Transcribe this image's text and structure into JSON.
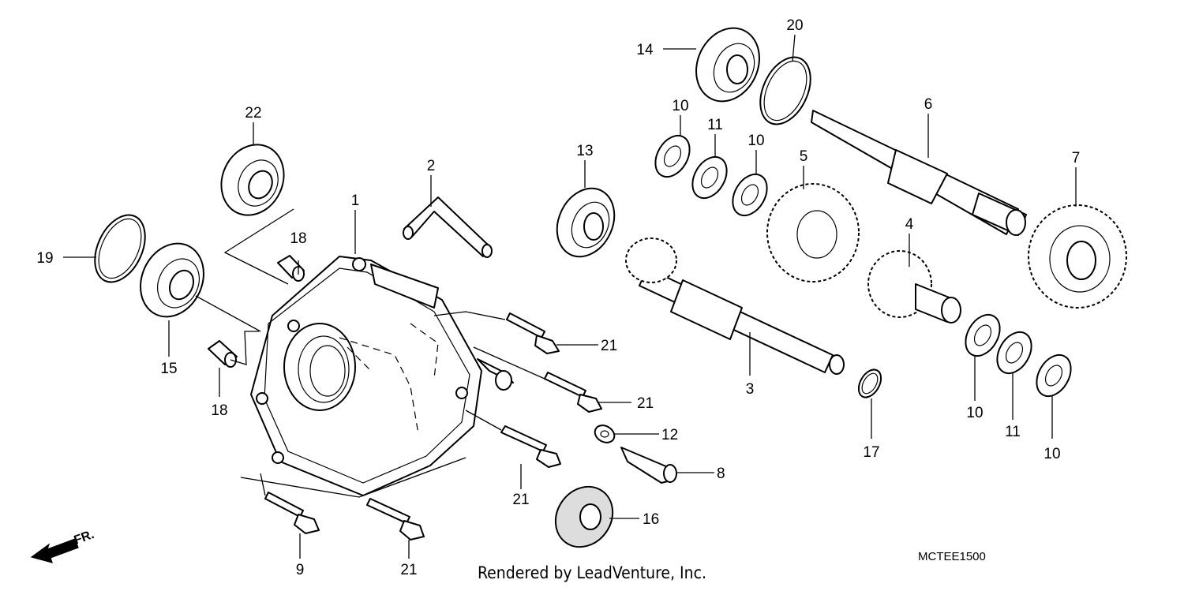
{
  "callouts": {
    "c1": "1",
    "c2": "2",
    "c3": "3",
    "c4": "4",
    "c5": "5",
    "c6": "6",
    "c7": "7",
    "c8": "8",
    "c9": "9",
    "c10a": "10",
    "c10b": "10",
    "c10c": "10",
    "c10d": "10",
    "c11a": "11",
    "c11b": "11",
    "c12": "12",
    "c13": "13",
    "c14": "14",
    "c15": "15",
    "c16": "16",
    "c17": "17",
    "c18a": "18",
    "c18b": "18",
    "c19": "19",
    "c20": "20",
    "c21a": "21",
    "c21b": "21",
    "c21c": "21",
    "c21d": "21",
    "c22": "22"
  },
  "front_label": "FR.",
  "caption": "Rendered by LeadVenture, Inc.",
  "diagram_code": "MCTEE1500"
}
